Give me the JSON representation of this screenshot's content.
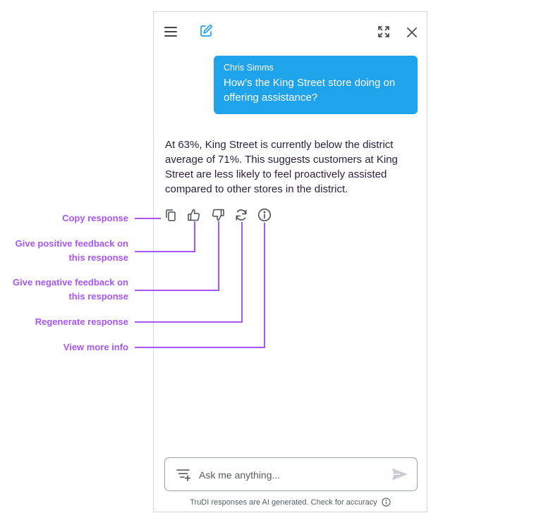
{
  "chat": {
    "user_message": {
      "sender": "Chris Simms",
      "text": "How’s the King Street store doing on offering assistance?"
    },
    "assistant_message": {
      "text": "At 63%, King Street is currently below the district average of 71%. This suggests customers at King Street are less likely to feel proactively assisted compared to other stores in the district."
    },
    "actions": [
      {
        "name": "copy",
        "icon": "copy-icon"
      },
      {
        "name": "thumbs-up",
        "icon": "thumbs-up-icon"
      },
      {
        "name": "thumbs-down",
        "icon": "thumbs-down-icon"
      },
      {
        "name": "regenerate",
        "icon": "refresh-icon"
      },
      {
        "name": "info",
        "icon": "info-icon"
      }
    ]
  },
  "header": {
    "icons": [
      "menu-icon",
      "edit-icon",
      "expand-icon",
      "close-icon"
    ]
  },
  "input": {
    "placeholder": "Ask me anything...",
    "value": ""
  },
  "footer": {
    "disclaimer": "TruDI responses are AI generated. Check for accuracy"
  },
  "annotations": {
    "copy": "Copy response",
    "positive_line1": "Give positive feedback on",
    "positive_line2": "this response",
    "negative_line1": "Give negative feedback on",
    "negative_line2": "this response",
    "regenerate": "Regenerate response",
    "info": "View more info"
  },
  "colors": {
    "accent": "#1fa3ea",
    "annotation": "#a855f7",
    "text": "#2a1f3d",
    "icon": "#4a4f57",
    "border": "#d4d7dc"
  }
}
